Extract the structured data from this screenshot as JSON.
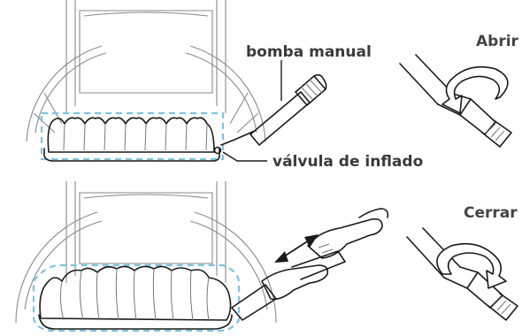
{
  "labels": {
    "pump": "bomba manual",
    "valve": "válvula de inflado",
    "open": "Abrir",
    "close": "Cerrar"
  },
  "colors": {
    "ink": "#1a1a1a",
    "chair": "#8a8a8a",
    "cushion_outline_dashed": "#7cc3e2",
    "label_text": "#3a3a3a"
  },
  "icons": [
    "hand-pump-icon",
    "inflation-valve-icon",
    "rotate-counterclockwise-icon",
    "rotate-clockwise-icon",
    "double-arrow-icon"
  ]
}
